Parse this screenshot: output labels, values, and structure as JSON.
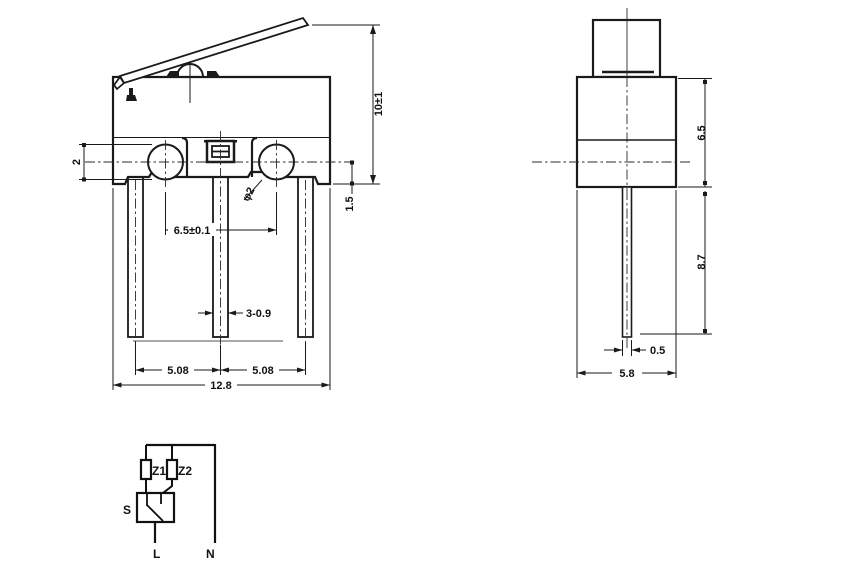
{
  "drawing": {
    "front": {
      "dim_height": "10±1",
      "dim_hole_v": "2",
      "dim_base": "1.5",
      "dim_hole_pitch": "6.5±0.1",
      "dim_hole_dia": "φ2",
      "dim_pin_w": "3-0.9",
      "dim_pitch_left": "5.08",
      "dim_pitch_right": "5.08",
      "dim_width": "12.8"
    },
    "side": {
      "dim_body_h": "6.5",
      "dim_pin_len": "8.7",
      "dim_pin_w": "0.5",
      "dim_depth": "5.8"
    },
    "circuit": {
      "z1": "Z1",
      "z2": "Z2",
      "s": "S",
      "l": "L",
      "n": "N"
    },
    "colors": {
      "ink": "#1a1a1a",
      "bg": "#ffffff"
    }
  }
}
